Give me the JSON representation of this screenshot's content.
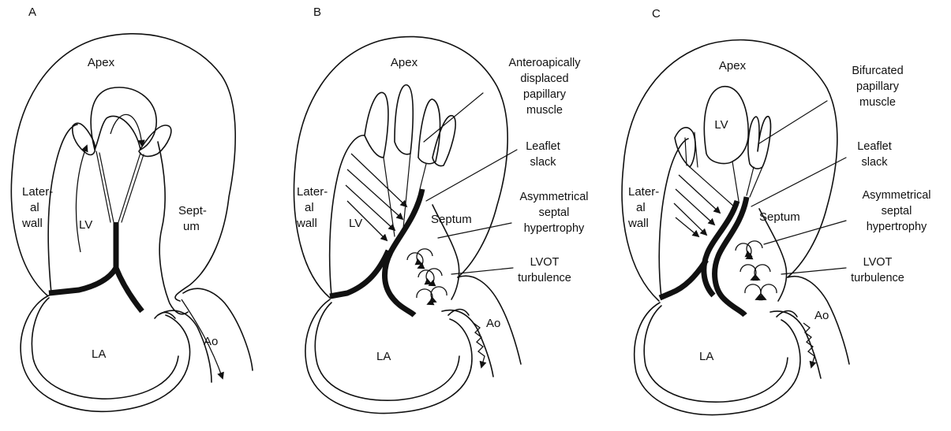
{
  "panels": [
    {
      "letter": "A",
      "labels": {
        "apex": "Apex",
        "lateral_wall": [
          "Later-",
          "al",
          "wall"
        ],
        "lv": "LV",
        "septum": [
          "Sept-",
          "um"
        ],
        "la": "LA",
        "ao": "Ao"
      }
    },
    {
      "letter": "B",
      "labels": {
        "apex": "Apex",
        "lateral_wall": [
          "Later-",
          "al",
          "wall"
        ],
        "lv": "LV",
        "septum": "Septum",
        "la": "LA",
        "ao": "Ao"
      },
      "callouts": {
        "papillary": [
          "Anteroapically",
          "displaced",
          "papillary",
          "muscle"
        ],
        "leaflet": [
          "Leaflet",
          "slack"
        ],
        "hypertrophy": [
          "Asymmetrical",
          "septal",
          "hypertrophy"
        ],
        "turbulence": [
          "LVOT",
          "turbulence"
        ]
      }
    },
    {
      "letter": "C",
      "labels": {
        "apex": "Apex",
        "lateral_wall": [
          "Later-",
          "al",
          "wall"
        ],
        "lv": "LV",
        "septum": "Septum",
        "la": "LA",
        "ao": "Ao"
      },
      "callouts": {
        "papillary": [
          "Bifurcated",
          "papillary",
          "muscle"
        ],
        "leaflet": [
          "Leaflet",
          "slack"
        ],
        "hypertrophy": [
          "Asymmetrical",
          "septal",
          "hypertrophy"
        ],
        "turbulence": [
          "LVOT",
          "turbulence"
        ]
      }
    }
  ]
}
